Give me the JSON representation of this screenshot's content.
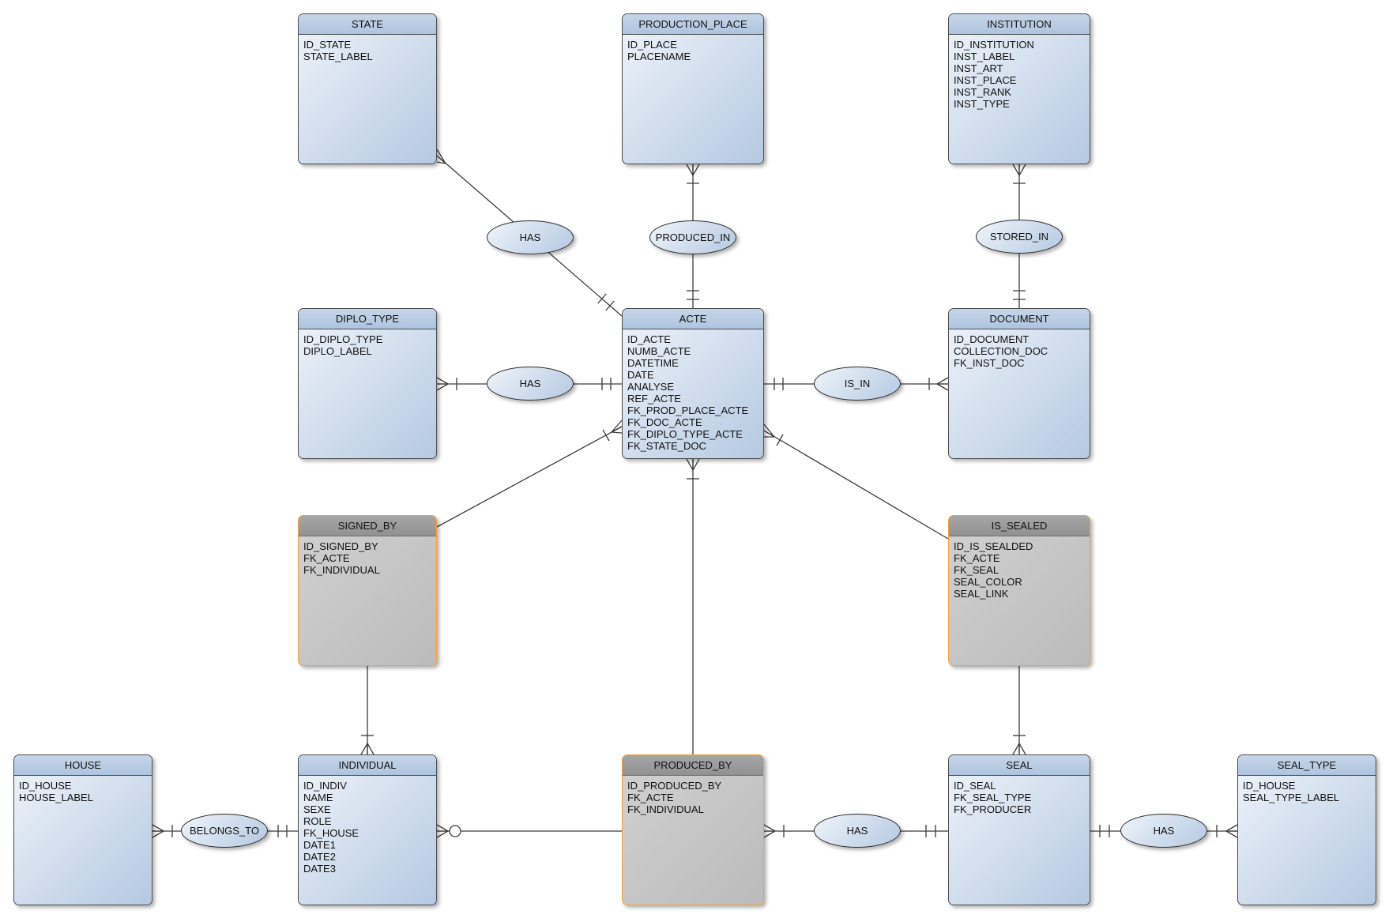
{
  "diagram": {
    "entities": [
      {
        "id": "state",
        "title": "STATE",
        "attributes": [
          "ID_STATE",
          "STATE_LABEL"
        ]
      },
      {
        "id": "production_place",
        "title": "PRODUCTION_PLACE",
        "attributes": [
          "ID_PLACE",
          "PLACENAME"
        ]
      },
      {
        "id": "institution",
        "title": "INSTITUTION",
        "attributes": [
          "ID_INSTITUTION",
          "INST_LABEL",
          "INST_ART",
          "INST_PLACE",
          "INST_RANK",
          "INST_TYPE"
        ]
      },
      {
        "id": "diplo_type",
        "title": "DIPLO_TYPE",
        "attributes": [
          "ID_DIPLO_TYPE",
          "DIPLO_LABEL"
        ]
      },
      {
        "id": "acte",
        "title": "ACTE",
        "attributes": [
          "ID_ACTE",
          "NUMB_ACTE",
          "DATETIME",
          "DATE",
          "ANALYSE",
          "REF_ACTE",
          "FK_PROD_PLACE_ACTE",
          "FK_DOC_ACTE",
          "FK_DIPLO_TYPE_ACTE",
          "FK_STATE_DOC"
        ]
      },
      {
        "id": "document",
        "title": "DOCUMENT",
        "attributes": [
          "ID_DOCUMENT",
          "COLLECTION_DOC",
          "FK_INST_DOC"
        ]
      },
      {
        "id": "signed_by",
        "title": "SIGNED_BY",
        "attributes": [
          "ID_SIGNED_BY",
          "FK_ACTE",
          "FK_INDIVIDUAL"
        ]
      },
      {
        "id": "is_sealed",
        "title": "IS_SEALED",
        "attributes": [
          "ID_IS_SEALDED",
          "FK_ACTE",
          "FK_SEAL",
          "SEAL_COLOR",
          "SEAL_LINK"
        ]
      },
      {
        "id": "house",
        "title": "HOUSE",
        "attributes": [
          "ID_HOUSE",
          "HOUSE_LABEL"
        ]
      },
      {
        "id": "individual",
        "title": "INDIVIDUAL",
        "attributes": [
          "ID_INDIV",
          "NAME",
          "SEXE",
          "ROLE",
          "FK_HOUSE",
          "DATE1",
          "DATE2",
          "DATE3"
        ]
      },
      {
        "id": "produced_by",
        "title": "PRODUCED_BY",
        "attributes": [
          "ID_PRODUCED_BY",
          "FK_ACTE",
          "FK_INDIVIDUAL"
        ]
      },
      {
        "id": "seal",
        "title": "SEAL",
        "attributes": [
          "ID_SEAL",
          "FK_SEAL_TYPE",
          "FK_PRODUCER"
        ]
      },
      {
        "id": "seal_type",
        "title": "SEAL_TYPE",
        "attributes": [
          "ID_HOUSE",
          "SEAL_TYPE_LABEL"
        ]
      }
    ],
    "relationships": [
      {
        "id": "has_state_acte",
        "label": "HAS"
      },
      {
        "id": "produced_in",
        "label": "PRODUCED_IN"
      },
      {
        "id": "stored_in",
        "label": "STORED_IN"
      },
      {
        "id": "has_diplo_acte",
        "label": "HAS"
      },
      {
        "id": "is_in",
        "label": "IS_IN"
      },
      {
        "id": "belongs_to",
        "label": "BELONGS_TO"
      },
      {
        "id": "has_produced_by_seal",
        "label": "HAS"
      },
      {
        "id": "has_seal_seal_type",
        "label": "HAS"
      }
    ],
    "colors": {
      "entity_header": "#b9cce4",
      "entity_fill": "#c7d7ea",
      "association_header": "#9b9b9b",
      "association_fill": "#c2c2c2",
      "association_border": "#f0a23c",
      "line": "#3c3c3c"
    }
  }
}
